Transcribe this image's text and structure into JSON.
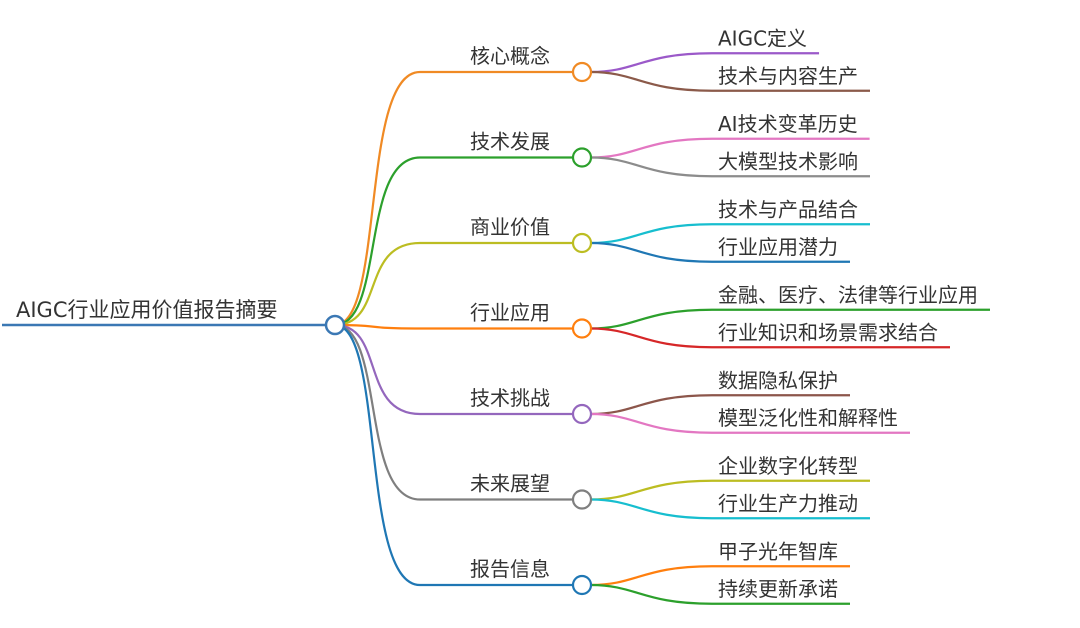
{
  "root": {
    "label": "AIGC行业应用价值报告摘要",
    "color": "#3b78b4"
  },
  "branches": [
    {
      "label": "核心概念",
      "color": "#f08a24",
      "children": [
        {
          "label": "AIGC定义",
          "color": "#9b59c9"
        },
        {
          "label": "技术与内容生产",
          "color": "#8b5a4a"
        }
      ]
    },
    {
      "label": "技术发展",
      "color": "#2ca02c",
      "children": [
        {
          "label": "AI技术变革历史",
          "color": "#e377c2"
        },
        {
          "label": "大模型技术影响",
          "color": "#8c8c8c"
        }
      ]
    },
    {
      "label": "商业价值",
      "color": "#bcbd22",
      "children": [
        {
          "label": "技术与产品结合",
          "color": "#17becf"
        },
        {
          "label": "行业应用潜力",
          "color": "#1f77b4"
        }
      ]
    },
    {
      "label": "行业应用",
      "color": "#ff7f0e",
      "children": [
        {
          "label": "金融、医疗、法律等行业应用",
          "color": "#2ca02c"
        },
        {
          "label": "行业知识和场景需求结合",
          "color": "#d62728"
        }
      ]
    },
    {
      "label": "技术挑战",
      "color": "#9467bd",
      "children": [
        {
          "label": "数据隐私保护",
          "color": "#8c564b"
        },
        {
          "label": "模型泛化性和解释性",
          "color": "#e377c2"
        }
      ]
    },
    {
      "label": "未来展望",
      "color": "#7f7f7f",
      "children": [
        {
          "label": "企业数字化转型",
          "color": "#bcbd22"
        },
        {
          "label": "行业生产力推动",
          "color": "#17becf"
        }
      ]
    },
    {
      "label": "报告信息",
      "color": "#1f77b4",
      "children": [
        {
          "label": "甲子光年智库",
          "color": "#ff7f0e"
        },
        {
          "label": "持续更新承诺",
          "color": "#2ca02c"
        }
      ]
    }
  ]
}
